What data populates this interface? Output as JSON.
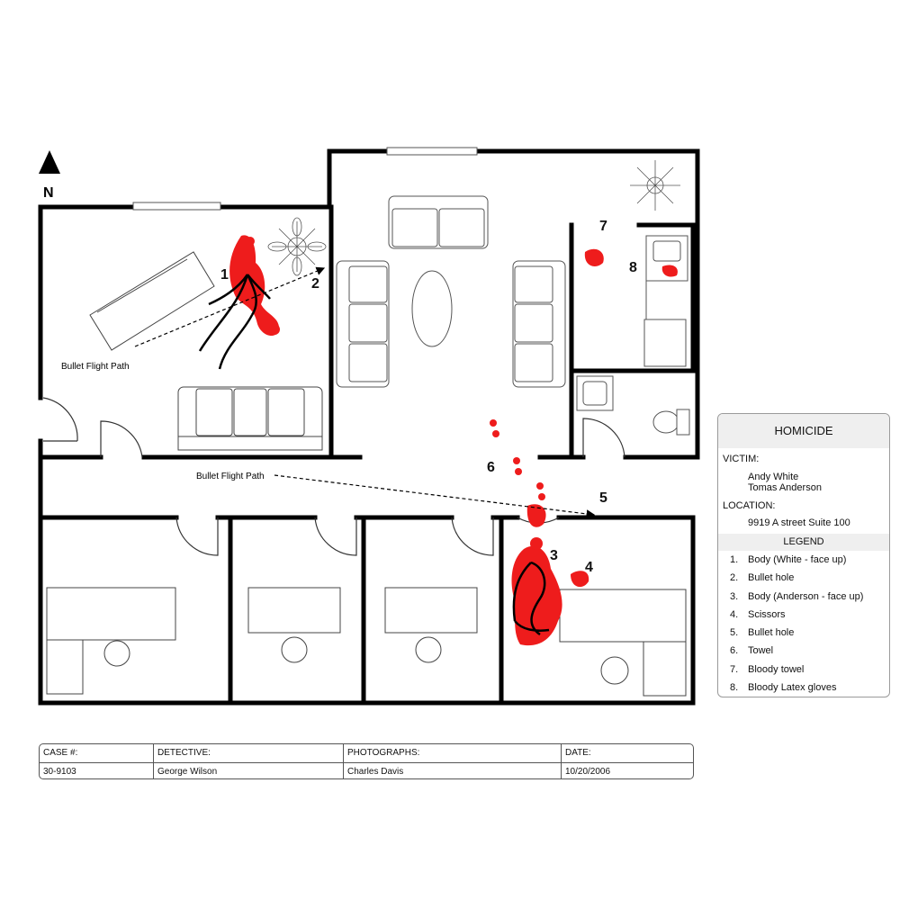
{
  "compass": {
    "label": "N"
  },
  "markers": [
    "1",
    "2",
    "3",
    "4",
    "5",
    "6",
    "7",
    "8"
  ],
  "annotations": {
    "bullet_path_1": "Bullet Flight Path",
    "bullet_path_2": "Bullet Flight Path"
  },
  "colors": {
    "wall": "#000000",
    "blood": "#ee1c1c",
    "furniture": "#555555",
    "panel_header": "#efefef"
  },
  "info": {
    "title": "HOMICIDE",
    "victim_label": "VICTIM:",
    "victims": [
      "Andy White",
      "Tomas Anderson"
    ],
    "location_label": "LOCATION:",
    "location": "9919 A street Suite 100",
    "legend_label": "LEGEND",
    "legend": [
      {
        "num": "1.",
        "text": "Body (White - face up)"
      },
      {
        "num": "2.",
        "text": "Bullet hole"
      },
      {
        "num": "3.",
        "text": "Body (Anderson - face up)"
      },
      {
        "num": "4.",
        "text": "Scissors"
      },
      {
        "num": "5.",
        "text": "Bullet hole"
      },
      {
        "num": "6.",
        "text": "Towel"
      },
      {
        "num": "7.",
        "text": "Bloody towel"
      },
      {
        "num": "8.",
        "text": "Bloody Latex gloves"
      }
    ]
  },
  "case": {
    "case_label": "CASE #:",
    "case_value": "30-9103",
    "detective_label": "DETECTIVE:",
    "detective_value": "George Wilson",
    "photographs_label": "PHOTOGRAPHS:",
    "photographs_value": "Charles Davis",
    "date_label": "DATE:",
    "date_value": "10/20/2006"
  }
}
